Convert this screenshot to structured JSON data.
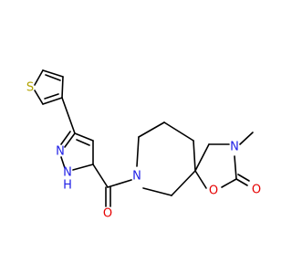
{
  "molecule": {
    "colors": {
      "bond": "#000000",
      "carbon": "#000000",
      "nitrogen": "#1f1fe6",
      "oxygen": "#e60000",
      "sulfur": "#b3a300"
    },
    "atoms": {
      "thiophene_s": "S",
      "pyrazole_n1": "N",
      "pyrazole_nh": "N",
      "pyrazole_nh_h": "H",
      "amide_n": "N",
      "carbonyl_o": "O",
      "ring_o": "O",
      "oxazolidinone_n": "N",
      "lactone_o": "O"
    },
    "groups": {
      "methyl": "methyl"
    }
  }
}
